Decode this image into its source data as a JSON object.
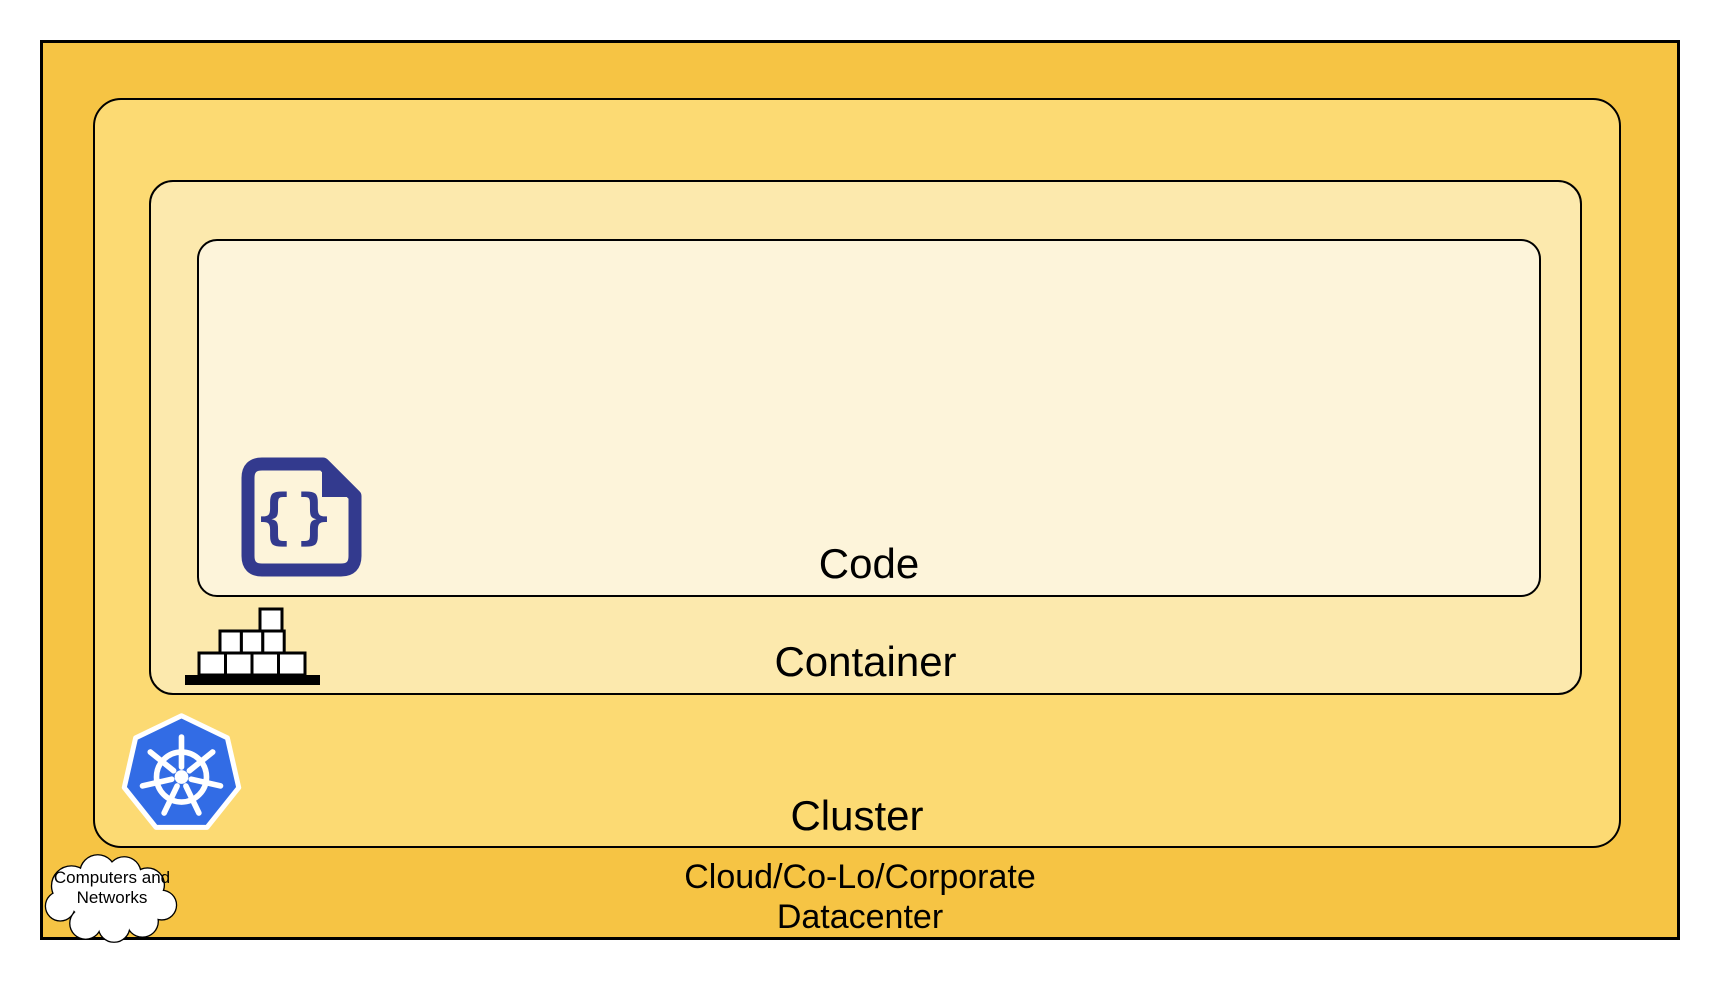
{
  "diagram": {
    "type": "nested-layers",
    "layers": {
      "code": {
        "label": "Code",
        "fill": "#FDF4DA",
        "icon": "code-file-icon"
      },
      "container": {
        "label": "Container",
        "fill": "#FCE9AD",
        "icon": "container-stack-icon"
      },
      "cluster": {
        "label": "Cluster",
        "fill": "#FCDA73",
        "icon": "kubernetes-icon"
      },
      "datacenter": {
        "label_line1": "Cloud/Co-Lo/Corporate",
        "label_line2": "Datacenter",
        "fill": "#F6C444",
        "icon": "cloud-icon"
      }
    },
    "cloud_callout": {
      "line1": "Computers and",
      "line2": "Networks"
    },
    "icons": {
      "code_glyph": "{}"
    },
    "colors": {
      "outline": "#000000",
      "code_icon_indigo": "#333A8E",
      "kubernetes_blue": "#326CE5",
      "icon_white": "#FFFFFF",
      "text": "#000000"
    }
  }
}
